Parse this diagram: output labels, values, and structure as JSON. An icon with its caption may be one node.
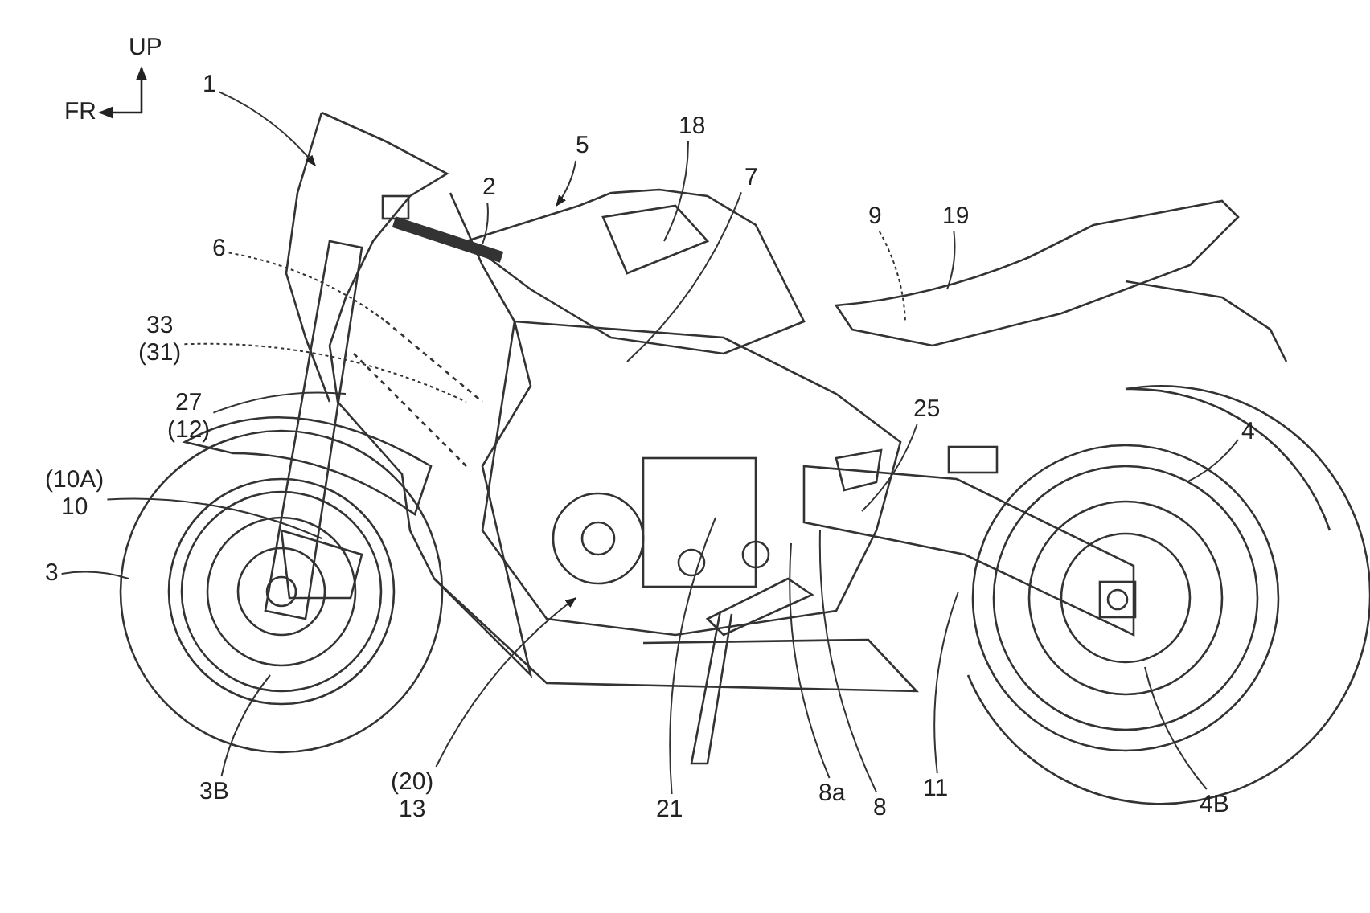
{
  "diagram": {
    "nodes": [
      {
        "text": [
          "1"
        ]
      },
      {
        "text": [
          "2"
        ]
      },
      {
        "text": [
          "5"
        ]
      },
      {
        "text": [
          "18"
        ]
      },
      {
        "text": [
          "7"
        ]
      },
      {
        "text": [
          "9"
        ]
      },
      {
        "text": [
          "19"
        ]
      },
      {
        "text": [
          "6"
        ]
      },
      {
        "text": [
          "33",
          "(31)"
        ]
      },
      {
        "text": [
          "27",
          "(12)"
        ]
      },
      {
        "text": [
          "4"
        ]
      },
      {
        "text": [
          "(10A)",
          "10"
        ]
      },
      {
        "text": [
          "25"
        ]
      },
      {
        "text": [
          "3"
        ]
      },
      {
        "text": [
          "(20)",
          "13"
        ]
      },
      {
        "text": [
          "21"
        ]
      },
      {
        "text": [
          "8a"
        ]
      },
      {
        "text": [
          "8"
        ]
      },
      {
        "text": [
          "11"
        ]
      },
      {
        "text": [
          "3B"
        ]
      },
      {
        "text": [
          "4B"
        ]
      }
    ],
    "edges": [
      {
        "from": 0,
        "to": null,
        "arrow": "to"
      },
      {
        "from": 1,
        "to": null,
        "arrow": "none"
      },
      {
        "from": 2,
        "to": null,
        "arrow": "to"
      },
      {
        "from": 3,
        "to": null,
        "arrow": "none"
      },
      {
        "from": 4,
        "to": null,
        "arrow": "none"
      },
      {
        "from": 5,
        "to": null,
        "arrow": "none",
        "style": "dashed"
      },
      {
        "from": 6,
        "to": null,
        "arrow": "none"
      },
      {
        "from": 7,
        "to": null,
        "arrow": "none",
        "style": "dashed"
      },
      {
        "from": 8,
        "to": null,
        "arrow": "none",
        "style": "dashed"
      },
      {
        "from": 9,
        "to": null,
        "arrow": "none"
      },
      {
        "from": 10,
        "to": null,
        "arrow": "none"
      },
      {
        "from": 11,
        "to": null,
        "arrow": "none"
      },
      {
        "from": 12,
        "to": null,
        "arrow": "none"
      },
      {
        "from": 13,
        "to": null,
        "arrow": "none"
      },
      {
        "from": 14,
        "to": null,
        "arrow": "to"
      },
      {
        "from": 15,
        "to": null,
        "arrow": "none"
      },
      {
        "from": 16,
        "to": null,
        "arrow": "none"
      },
      {
        "from": 17,
        "to": null,
        "arrow": "none"
      },
      {
        "from": 18,
        "to": null,
        "arrow": "none"
      },
      {
        "from": 19,
        "to": null,
        "arrow": "none"
      },
      {
        "from": 20,
        "to": null,
        "arrow": "none"
      }
    ],
    "labels": [
      "UP",
      "FR"
    ]
  }
}
